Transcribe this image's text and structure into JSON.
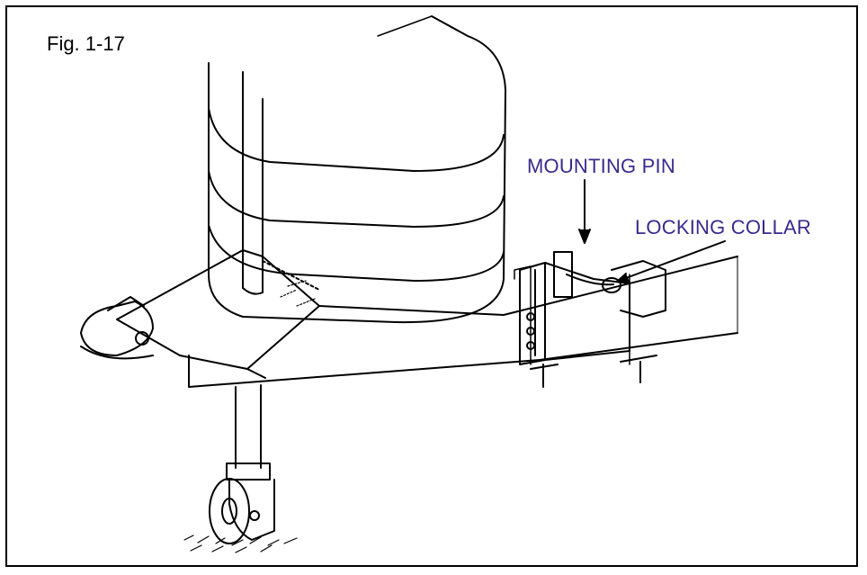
{
  "figure": {
    "label": "Fig. 1-17"
  },
  "callouts": {
    "mounting_pin": "MOUNTING PIN",
    "locking_collar": "LOCKING COLLAR"
  },
  "colors": {
    "callout_text": "#3a2a8c",
    "line_art": "#000000",
    "background": "#ffffff"
  }
}
